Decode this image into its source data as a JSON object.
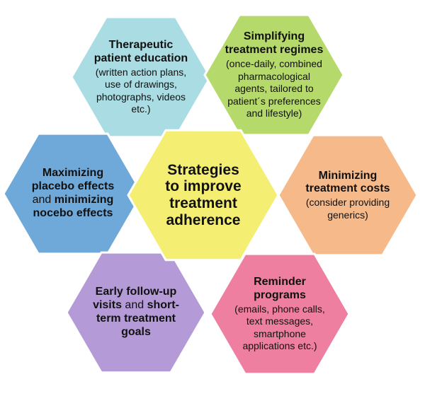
{
  "center": {
    "label": "Strategies to improve treatment adherence",
    "lines": [
      "Strategies",
      "to improve",
      "treatment",
      "adherence"
    ],
    "fill": "#F4EE73"
  },
  "hexes": [
    {
      "id": "therapeutic-education",
      "fill": "#A9DDE3",
      "title_lines": [
        "Therapeutic",
        "patient education"
      ],
      "detail_lines": [
        "(written action plans,",
        "use of drawings,",
        "photographs, videos",
        "etc.)"
      ]
    },
    {
      "id": "simplifying-regimes",
      "fill": "#B5D96A",
      "title_lines": [
        "Simplifying",
        "treatment regimes"
      ],
      "detail_lines": [
        "(once-daily, combined",
        "pharmacological",
        "agents, tailored to",
        "patient´s preferences",
        "and lifestyle)"
      ]
    },
    {
      "id": "placebo-nocebo",
      "fill": "#6FA9D9",
      "rich_lines": [
        [
          {
            "text": "Maximizing",
            "bold": true
          }
        ],
        [
          {
            "text": "placebo effects",
            "bold": true
          }
        ],
        [
          {
            "text": "and ",
            "bold": false
          },
          {
            "text": "minimizing",
            "bold": true
          }
        ],
        [
          {
            "text": "nocebo effects",
            "bold": true
          }
        ]
      ]
    },
    {
      "id": "minimizing-costs",
      "fill": "#F5B98A",
      "title_lines": [
        "Minimizing",
        "treatment costs"
      ],
      "detail_lines": [
        "(consider providing",
        "generics)"
      ]
    },
    {
      "id": "early-follow-up",
      "fill": "#B49AD6",
      "rich_lines": [
        [
          {
            "text": "Early follow-up",
            "bold": true
          }
        ],
        [
          {
            "text": "visits",
            "bold": true
          },
          {
            "text": " and ",
            "bold": false
          },
          {
            "text": "short-",
            "bold": true
          }
        ],
        [
          {
            "text": "term treatment",
            "bold": true
          }
        ],
        [
          {
            "text": "goals",
            "bold": true
          }
        ]
      ]
    },
    {
      "id": "reminder-programs",
      "fill": "#EE7FA0",
      "title_lines": [
        "Reminder",
        "programs"
      ],
      "detail_lines": [
        "(emails, phone calls,",
        "text messages,",
        "smartphone",
        "applications etc.)"
      ]
    }
  ]
}
